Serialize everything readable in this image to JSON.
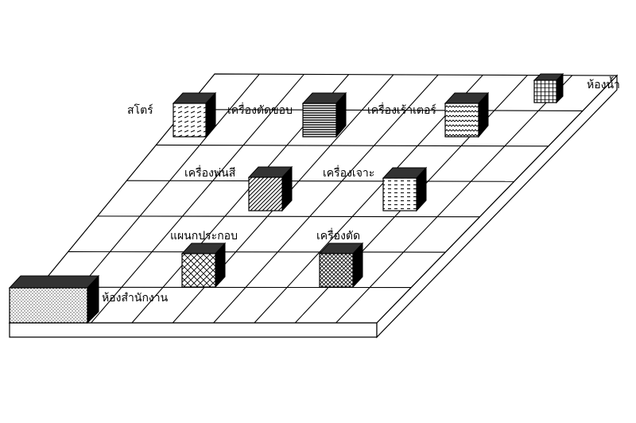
{
  "labels": {
    "store": "สโตร์",
    "edge_cutter": "เครื่องตัดขอบ",
    "router": "เครื่องเร้าเตอร์",
    "restroom": "ห้องน้ำ",
    "spray_painter": "เครื่องพ่นสี",
    "drill": "เครื่องเจาะ",
    "assembly": "แผนกประกอบ",
    "cutter": "เครื่องตัด",
    "office": "ห้องสำนักงาน"
  }
}
